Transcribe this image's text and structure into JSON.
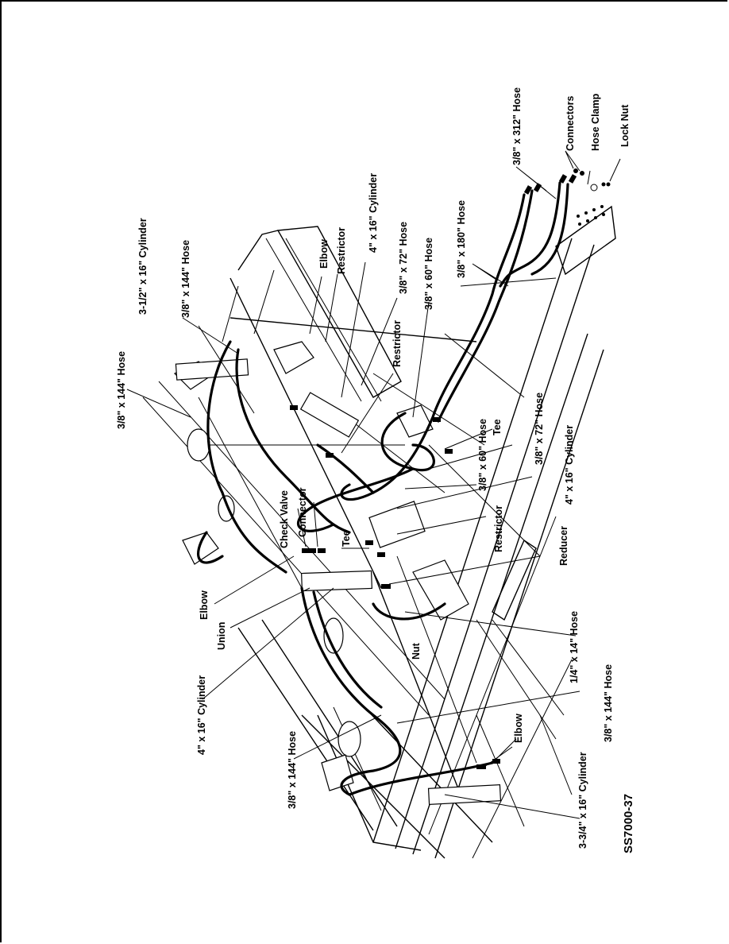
{
  "figure_code": "SS7000-37",
  "labels": {
    "hose_312": "3/8\" x 312\" Hose",
    "connectors": "Connectors",
    "hose_clamp": "Hose Clamp",
    "lock_nut": "Lock Nut",
    "hose_180": "3/8\" x 180\" Hose",
    "hose_72_top": "3/8\" x 72\" Hose",
    "hose_60_top": "3/8\" x 60\" Hose",
    "cyl_4x16_top": "4\" x 16\" Cylinder",
    "restrictor_top": "Restrictor",
    "elbow_top": "Elbow",
    "hose_144_a": "3/8\" x 144\" Hose",
    "cyl_35x16": "3-1/2\" x 16\" Cylinder",
    "hose_144_b": "3/8\" x 144\" Hose",
    "restrictor_mid": "Restrictor",
    "tee_right": "Tee",
    "hose_72_right": "3/8\" x 72\" Hose",
    "cyl_4x16_right": "4\" x 16\" Cylinder",
    "hose_60_mid": "3/8\" x 60\" Hose",
    "restrictor_low": "Restrictor",
    "reducer": "Reducer",
    "hose_14": "1/4\" x 14\" Hose",
    "check_valve": "Check Valve",
    "connector": "Connector",
    "tee_mid": "Tee",
    "elbow_left": "Elbow",
    "union": "Union",
    "nut": "Nut",
    "cyl_4x16_left": "4\" x 16\" Cylinder",
    "hose_144_c": "3/8\" x 144\" Hose",
    "elbow_bottom": "Elbow",
    "hose_144_d": "3/8\" x 144\" Hose",
    "cyl_375x16": "3-3/4\" x 16\" Cylinder"
  }
}
